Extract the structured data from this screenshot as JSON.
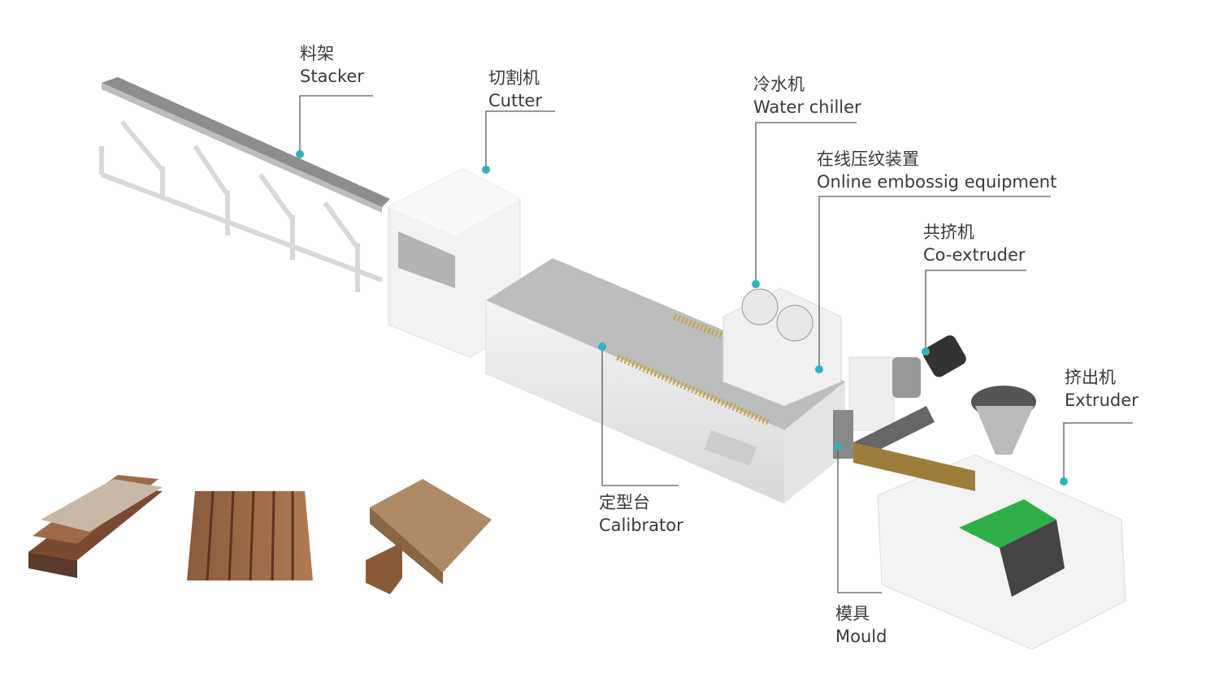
{
  "accent_color": "#2fb3c0",
  "line_color": "#5a5a5a",
  "components": [
    {
      "id": "stacker",
      "zh": "料架",
      "en": "Stacker"
    },
    {
      "id": "cutter",
      "zh": "切割机",
      "en": "Cutter"
    },
    {
      "id": "water-chiller",
      "zh": "冷水机",
      "en": "Water chiller"
    },
    {
      "id": "embossing",
      "zh": "在线压纹装置",
      "en": "Online embossig equipment"
    },
    {
      "id": "co-extruder",
      "zh": "共挤机",
      "en": "Co-extruder"
    },
    {
      "id": "extruder",
      "zh": "挤出机",
      "en": "Extruder"
    },
    {
      "id": "calibrator",
      "zh": "定型台",
      "en": "Calibrator"
    },
    {
      "id": "mould",
      "zh": "模具",
      "en": "Mould"
    }
  ],
  "products": [
    "wpc-hollow-decking-stack",
    "wpc-wall-panel",
    "wpc-decking-board"
  ]
}
